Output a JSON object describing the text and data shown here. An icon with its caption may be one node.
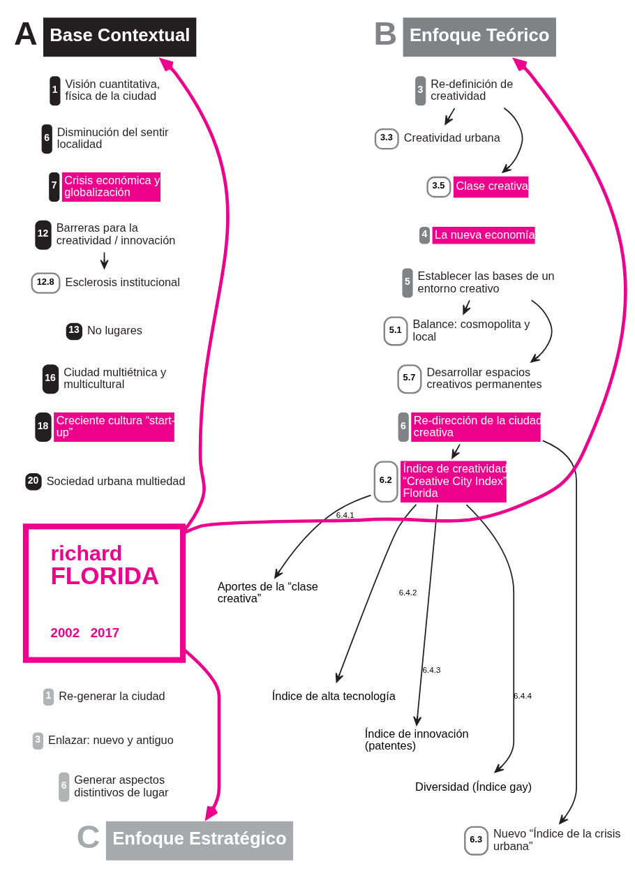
{
  "diagram": {
    "nodes": [
      {
        "text": [
          "A",
          "Base Contextual"
        ]
      },
      {
        "text": [
          "B",
          "Enfoque Teórico"
        ]
      },
      {
        "text": [
          "1",
          "Visión cuantitativa, física de la ciudad"
        ]
      },
      {
        "text": [
          "6",
          "Disminución del sentir localidad"
        ]
      },
      {
        "text": [
          "7",
          "Crisis económica y globalización"
        ]
      },
      {
        "text": [
          "12",
          "Barreras para la creatividad / innovación"
        ]
      },
      {
        "text": [
          "12.8",
          "Esclerosis institucional"
        ]
      },
      {
        "text": [
          "13",
          "No lugares"
        ]
      },
      {
        "text": [
          "16",
          "Ciudad multiétnica y multicultural"
        ]
      },
      {
        "text": [
          "18",
          "Creciente cultura “start-up”"
        ]
      },
      {
        "text": [
          "20",
          "Sociedad urbana multiedad"
        ]
      },
      {
        "text": [
          "3",
          "Re-definición de creatividad"
        ]
      },
      {
        "text": [
          "3.3",
          "Creatividad urbana"
        ]
      },
      {
        "text": [
          "3.5",
          "Clase creativa"
        ]
      },
      {
        "text": [
          "4",
          "La nueva economía"
        ]
      },
      {
        "text": [
          "5",
          "Establecer las bases de un entorno creativo"
        ]
      },
      {
        "text": [
          "5.1",
          "Balance: cosmopolita y local"
        ]
      },
      {
        "text": [
          "5.7",
          "Desarrollar espacios creativos permanentes"
        ]
      },
      {
        "text": [
          "6",
          "Re-dirección de la ciudad creativa"
        ]
      },
      {
        "text": [
          "6.2",
          "Índice de creatividad “Creative City Index” Florida"
        ]
      },
      {
        "text": [
          "Aportes de la “clase creativa”"
        ]
      },
      {
        "text": [
          "Índice de alta tecnología"
        ]
      },
      {
        "text": [
          "Índice de innovación (patentes)"
        ]
      },
      {
        "text": [
          "Diversidad (Índice gay)"
        ]
      },
      {
        "text": [
          "6.3",
          "Nuevo “Índice de la crisis urbana”"
        ]
      },
      {
        "text": [
          "richard",
          "FLORIDA",
          "2002",
          "2017"
        ]
      },
      {
        "text": [
          "1",
          "Re-generar la ciudad"
        ]
      },
      {
        "text": [
          "3",
          "Enlazar: nuevo y antiguo"
        ]
      },
      {
        "text": [
          "6",
          "Generar aspectos distintivos de lugar"
        ]
      },
      {
        "text": [
          "C",
          "Enfoque Estratégico"
        ]
      }
    ],
    "edges": [
      {
        "from": 25,
        "to": 0,
        "arrow": "to",
        "style": "thick",
        "color": "#ec008c"
      },
      {
        "from": 25,
        "to": 1,
        "arrow": "to",
        "style": "thick",
        "color": "#ec008c"
      },
      {
        "from": 25,
        "to": 29,
        "arrow": "to",
        "style": "thick",
        "color": "#ec008c"
      },
      {
        "from": 5,
        "to": 6,
        "arrow": "to"
      },
      {
        "from": 11,
        "to": 12,
        "arrow": "to"
      },
      {
        "from": 11,
        "to": 13,
        "arrow": "to"
      },
      {
        "from": 15,
        "to": 16,
        "arrow": "to"
      },
      {
        "from": 15,
        "to": 17,
        "arrow": "to"
      },
      {
        "from": 18,
        "to": 19,
        "arrow": "to"
      },
      {
        "from": 19,
        "to": 20,
        "arrow": "to",
        "label": "6.4.1"
      },
      {
        "from": 19,
        "to": 21,
        "arrow": "to",
        "label": "6.4.2"
      },
      {
        "from": 19,
        "to": 22,
        "arrow": "to",
        "label": "6.4.3"
      },
      {
        "from": 19,
        "to": 23,
        "arrow": "to",
        "label": "6.4.4"
      },
      {
        "from": 18,
        "to": 24,
        "arrow": "to"
      }
    ]
  }
}
